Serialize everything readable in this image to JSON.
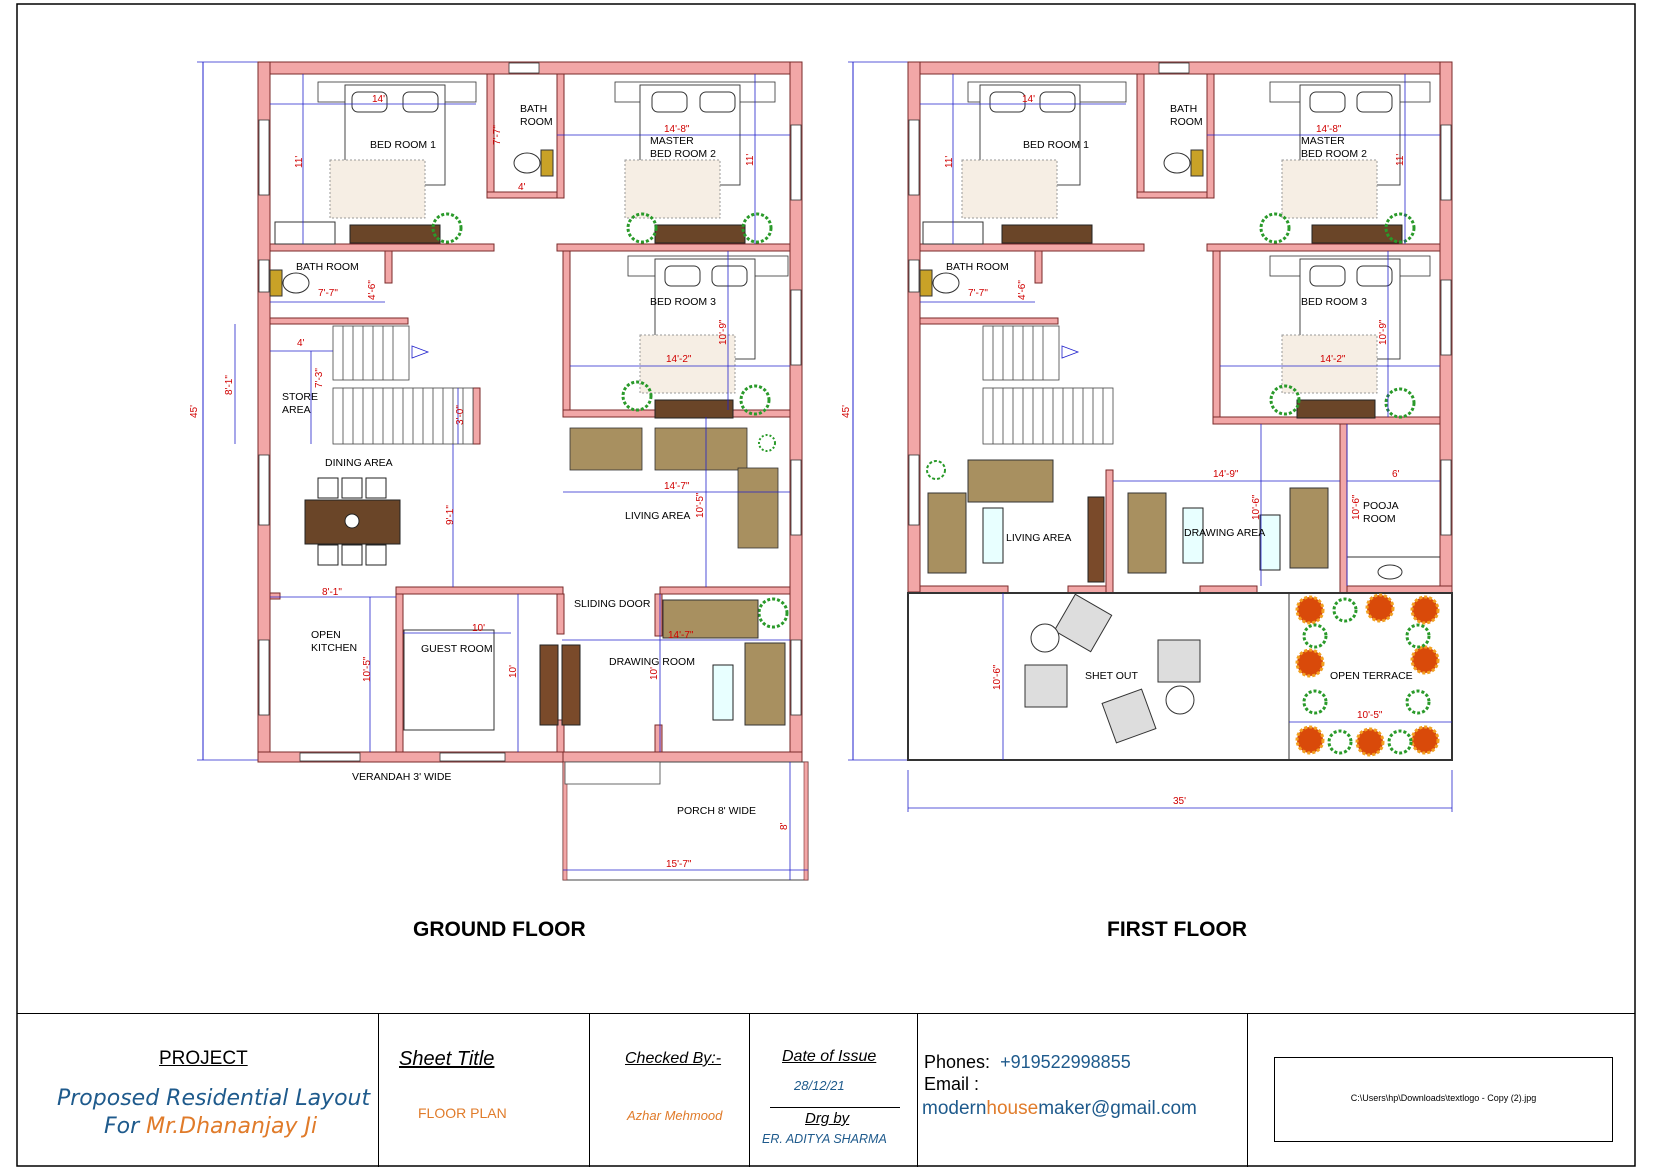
{
  "ground_floor": {
    "title": "GROUND  FLOOR",
    "rooms": {
      "bed1": "BED ROOM 1",
      "bath1_line1": "BATH",
      "bath1_line2": "ROOM",
      "master_line1": "MASTER",
      "master_line2": "BED ROOM 2",
      "bath2": "BATH ROOM",
      "bed3": "BED ROOM 3",
      "store_line1": "STORE",
      "store_line2": "AREA",
      "dining": "DINING AREA",
      "living": "LIVING AREA",
      "kitchen_line1": "OPEN",
      "kitchen_line2": "KITCHEN",
      "sliding": "SLIDING DOOR",
      "guest": "GUEST ROOM",
      "drawing": "DRAWING ROOM",
      "verandah": "VERANDAH 3' WIDE",
      "porch": "PORCH 8' WIDE"
    },
    "dims": {
      "bed1_w": "14'",
      "bed1_h": "11'",
      "bath1_h": "7'-7\"",
      "bath1_w": "4'",
      "master_w": "14'-8\"",
      "master_h": "11'",
      "bath2_w": "7'-7\"",
      "bath2_h": "4'-6\"",
      "bed3_h": "10'-9\"",
      "bed3_w": "14'-2\"",
      "stair_w": "4'",
      "stair_h": "7'-3\"",
      "store_h": "8'-1\"",
      "stair_gap": "3'-0\"",
      "overall": "45'",
      "dining_h": "9'-1\"",
      "living_w": "14'-7\"",
      "living_h": "10'-5\"",
      "kitchen_w": "8'-1\"",
      "kitchen_h": "10'-5\"",
      "guest_w": "10'",
      "guest_h": "10'",
      "drawing_w": "14'-7\"",
      "drawing_h": "10'",
      "porch_w": "15'-7\"",
      "porch_h": "8'"
    }
  },
  "first_floor": {
    "title": "FIRST FLOOR",
    "rooms": {
      "bed1": "BED ROOM 1",
      "bath1_line1": "BATH",
      "bath1_line2": "ROOM",
      "master_line1": "MASTER",
      "master_line2": "BED ROOM 2",
      "bath2": "BATH ROOM",
      "bed3": "BED ROOM 3",
      "living": "LIVING AREA",
      "drawing": "DRAWING AREA",
      "pooja_line1": "POOJA",
      "pooja_line2": "ROOM",
      "shetout": "SHET OUT",
      "terrace": "OPEN TERRACE"
    },
    "dims": {
      "bed1_w": "14'",
      "bed1_h": "11'",
      "master_w": "14'-8\"",
      "master_h": "11'",
      "bath2_w": "7'-7\"",
      "bath2_h": "4'-6\"",
      "bed3_h": "10'-9\"",
      "bed3_w": "14'-2\"",
      "overall": "45'",
      "drawing_w": "14'-9\"",
      "drawing_h": "10'-6\"",
      "pooja_w": "6'",
      "pooja_h": "10'-6\"",
      "shetout_h": "10'-6\"",
      "terrace_w": "10'-5\"",
      "width": "35'"
    }
  },
  "titleblock": {
    "project_label": "PROJECT",
    "project_line1": "Proposed Residential Layout",
    "project_line2_prefix": "For ",
    "project_line2_name": "Mr.Dhananjay Ji",
    "sheet_title_label": "Sheet Title",
    "sheet_title_value": "FLOOR PLAN",
    "checked_label": "Checked By:-",
    "checked_value": "Azhar Mehmood",
    "date_label": "Date of Issue",
    "date_value": "28/12/21",
    "drg_label": "Drg by",
    "drg_value": "ER. ADITYA SHARMA",
    "phones_label": "Phones:",
    "phones_value": "+919522998855",
    "email_label": "Email :",
    "email_part1": "modern",
    "email_part2": "house",
    "email_part3": "maker",
    "email_part4": "@gmail.com",
    "logo_path": "C:\\Users\\hp\\Downloads\\textlogo - Copy (2).jpg"
  },
  "colors": {
    "wall": "#f2a7a7",
    "wall_stroke": "#7a2a2a",
    "dimension": "#d00000",
    "dim_line": "#2222cc",
    "furniture": "#8a6a2a",
    "blue_text": "#1e5a8c",
    "orange_text": "#e07b2a",
    "plant": "#2a9a2a"
  }
}
